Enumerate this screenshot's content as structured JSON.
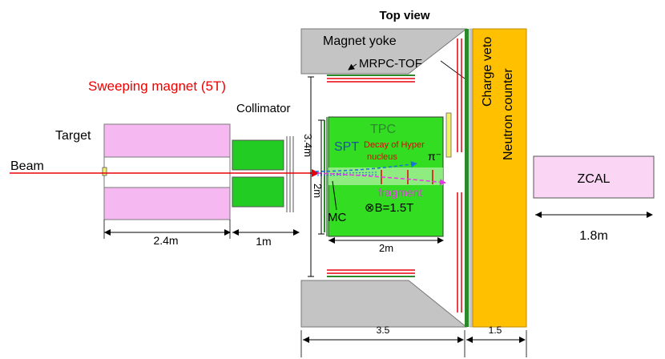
{
  "title": "Top view",
  "labels": {
    "sweeping_magnet": "Sweeping magnet (5T)",
    "target": "Target",
    "beam": "Beam",
    "collimator": "Collimator",
    "magnet_yoke": "Magnet yoke",
    "mrpc_tof": "MRPC-TOF",
    "tpc": "TPC",
    "spt": "SPT",
    "decay_line1": "Decay of Hyper",
    "decay_line2": "nucleus",
    "pion": "π⁻",
    "fragment": "fragment",
    "mc": "MC",
    "bfield": "⊗B=1.5T",
    "charge_veto": "Charge veto",
    "neutron_counter": "Neutron counter",
    "zcal": "ZCAL"
  },
  "dimensions": {
    "magnet_length": "2.4m",
    "collimator_length": "1m",
    "tpc_width": "2m",
    "tpc_height_total": "3.4m",
    "tpc_height_inner": "2m",
    "magnet_region": "3.5",
    "counter_width": "1.5",
    "zcal_length": "1.8m"
  },
  "colors": {
    "pink": "#f6b8f0",
    "green": "#33dd22",
    "gray": "#c4c4c4",
    "orange": "#ffc000",
    "red": "#e8000c",
    "title_red": "#ee0000",
    "dark_green": "#2a8a2a",
    "blue": "#1f6fd8",
    "magenta": "#e23ae0",
    "zcal_fill": "#fbd6f4",
    "yellow": "#f3f06a"
  }
}
